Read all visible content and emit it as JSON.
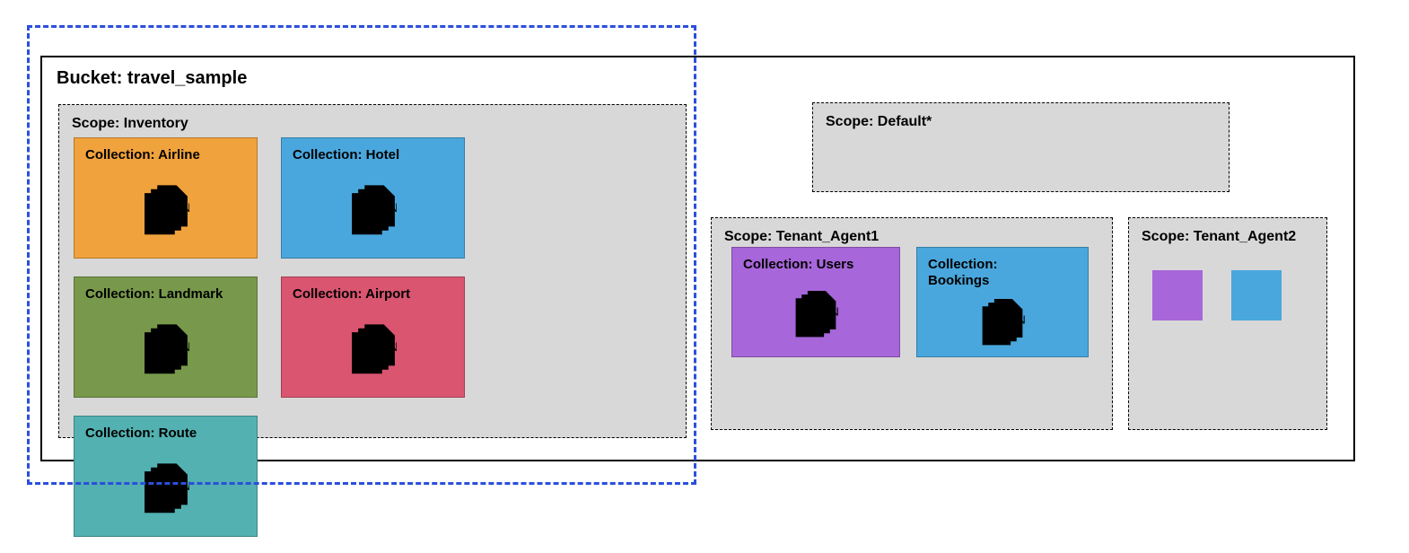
{
  "colors": {
    "highlight_border": "#2B4FDB",
    "scope_bg": "#D8D8D8",
    "outline": "#000000"
  },
  "bucket": {
    "label": "Bucket: travel_sample"
  },
  "scopes": [
    {
      "id": "inventory",
      "label": "Scope: Inventory",
      "collections": [
        {
          "label": "Collection: Airline",
          "color": "#F0A23C"
        },
        {
          "label": "Collection: Hotel",
          "color": "#4AA7DD"
        },
        {
          "label": "Collection: Landmark",
          "color": "#78994B"
        },
        {
          "label": "Collection: Airport",
          "color": "#D95570"
        },
        {
          "label": "Collection: Route",
          "color": "#53B1B1"
        }
      ]
    },
    {
      "id": "default",
      "label": "Scope: Default*",
      "collections": []
    },
    {
      "id": "tenant_agent1",
      "label": "Scope: Tenant_Agent1",
      "collections": [
        {
          "label": "Collection: Users",
          "color": "#A766D9"
        },
        {
          "label": "Collection: Bookings",
          "color": "#4AA7DD"
        }
      ]
    },
    {
      "id": "tenant_agent2",
      "label": "Scope: Tenant_Agent2",
      "swatches": [
        {
          "color": "#A766D9"
        },
        {
          "color": "#4AA7DD"
        }
      ]
    }
  ],
  "icons": {
    "json_doc_badge": "JSON"
  }
}
